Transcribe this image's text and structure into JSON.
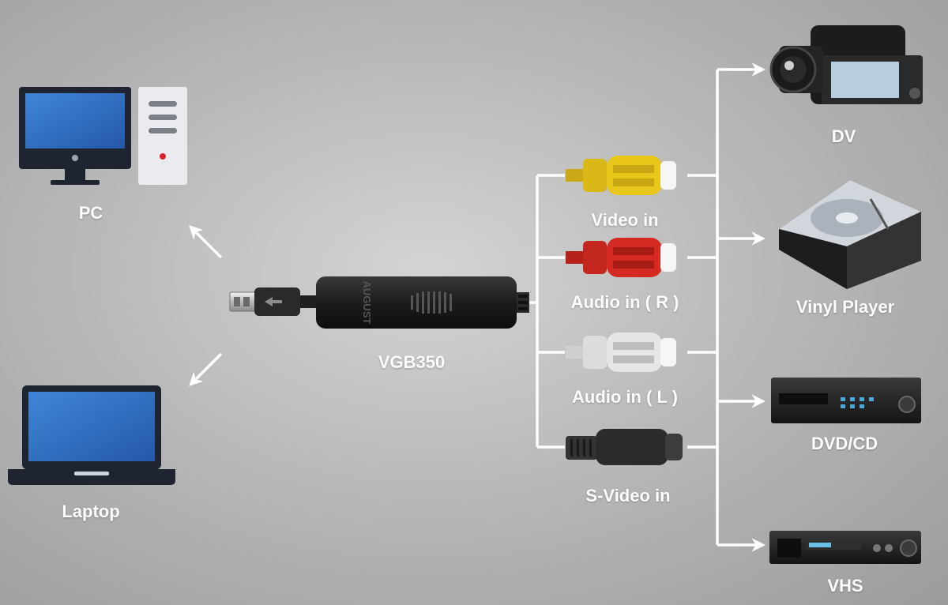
{
  "labels": {
    "pc": "PC",
    "laptop": "Laptop",
    "device": "VGB350",
    "video_in": "Video in",
    "audio_r": "Audio in ( R )",
    "audio_l": "Audio in ( L )",
    "svideo_in": "S-Video in",
    "dv": "DV",
    "vinyl": "Vinyl Player",
    "dvd": "DVD/CD",
    "vhs": "VHS"
  },
  "device_brand": "AUGUST",
  "colors": {
    "line": "#ffffff",
    "screen": "#2f6fc4",
    "device_body": "#1e1e1e",
    "rca_yellow": "#e8c61a",
    "rca_red": "#d52a22",
    "rca_white": "#e6e6e6",
    "svideo": "#2b2b2b"
  }
}
